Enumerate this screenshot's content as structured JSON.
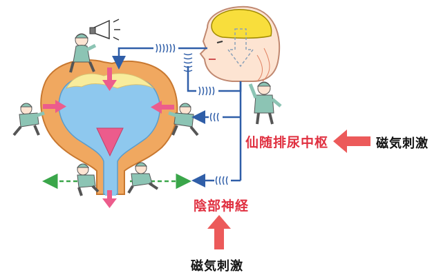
{
  "labels": {
    "sacral_center": "仙随排尿中枢",
    "pudendal_nerve": "陰部神経",
    "magnetic_stim_right": "磁気刺激",
    "magnetic_stim_bottom": "磁気刺激"
  },
  "colors": {
    "bladder_wall": "#f0a860",
    "bladder_wall_dark": "#c87830",
    "bladder_fluid": "#8ec8ee",
    "bladder_top": "#f8ec9c",
    "nerve_line": "#2f5ea8",
    "arrow_pink": "#ec5c8c",
    "arrow_green": "#3aa64a",
    "big_arrow_red": "#ec5a5a",
    "label_red": "#e03040",
    "head_skin": "#fde4d2",
    "brain": "#f8de3c",
    "worker_body": "#8cc4b4"
  },
  "icons": [
    "megaphone-icon",
    "brain-icon",
    "worker-icon",
    "coil-wave-icon"
  ]
}
